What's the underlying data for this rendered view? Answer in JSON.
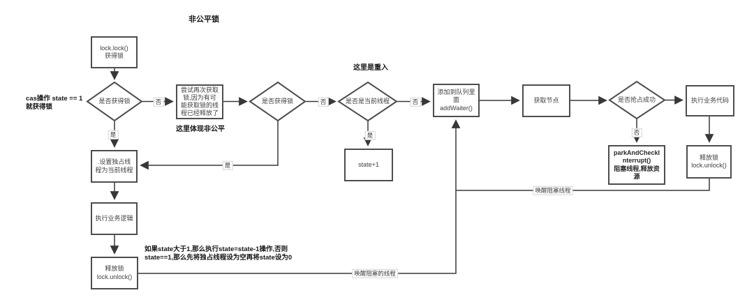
{
  "diagram": {
    "title": "非公平锁",
    "nodes": {
      "lock_lock": "lock.lock()\n获得锁",
      "retry": "尝试再次获取\n锁,因为有可\n能获取锁的线\n程已经释放了",
      "add_waiter": "添加到队列里\n面\naddWaiter()",
      "state_plus_one": "state+1",
      "get_node": "获取节点",
      "exec_business_code": "执行业务代码",
      "park": "parkAndCheckI\nnterrupt()\n阻塞线程,释放资\n源",
      "unlock_right": "释放锁\nlock.unlock()",
      "set_exclusive_thread": ".设置独占线\n程为当前线程",
      "exec_business_logic": "执行业务逻辑",
      "unlock_left": "释放锁\nlock.unlock()"
    },
    "decisions": {
      "got_lock_1": "是否获得锁",
      "got_lock_2": "是否获得锁",
      "is_current_thread": "是否是当前线程",
      "seize_success": "是否抢占成功"
    },
    "edge_labels": {
      "yes": "是",
      "no": "否"
    },
    "line_labels": {
      "wake_blocked_thread": "唤醒阻塞线程",
      "wake_blocked_thread_2": "唤醒阻塞的线程"
    },
    "annotations": {
      "cas": "cas操作 state == 1\n就获得锁",
      "unfair_note": "这里体现非公平",
      "reentrant_note": "这里是重入",
      "state_note": "如果state大于1,那么执行state=state-1操作,否则\nstate==1,那么先将独占线程设为空再将state设为0"
    },
    "colors": {
      "node_border": "#4d4d4d",
      "line": "#383838",
      "node_text": "#404040",
      "annotation_text": "#161616",
      "background": "#ffffff"
    }
  }
}
